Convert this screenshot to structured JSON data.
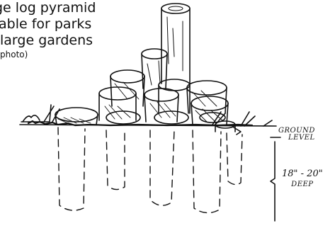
{
  "caption": {
    "line1": "ge log pyramid",
    "line2": "able for parks",
    "line3": "large gardens",
    "line4": "photo)"
  },
  "labels": {
    "ground": "GROUND",
    "level": "LEVEL",
    "depth": "18\" - 20\"",
    "deep": "DEEP"
  }
}
